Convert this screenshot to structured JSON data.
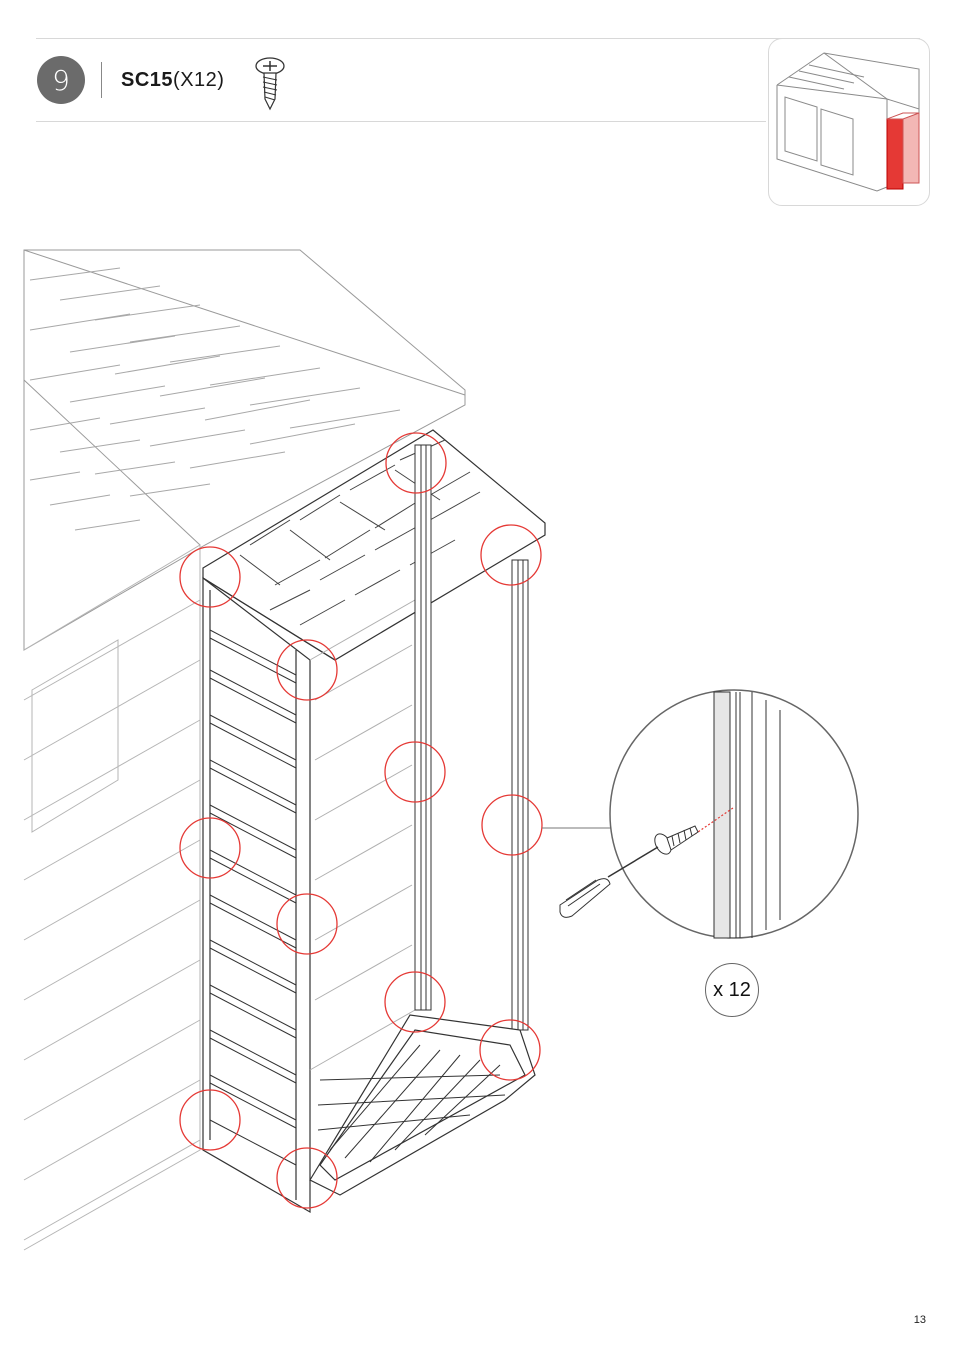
{
  "step": {
    "number": "9"
  },
  "part": {
    "code": "SC15",
    "quantity": "(X12)"
  },
  "detail": {
    "count_label": "x 12"
  },
  "page": {
    "number": "13"
  },
  "colors": {
    "highlight": "#e53935",
    "line": "#555555",
    "badge": "#6b6b6b"
  },
  "icons": [
    "screw-icon",
    "shed-thumbnail",
    "screwdriver-icon"
  ]
}
